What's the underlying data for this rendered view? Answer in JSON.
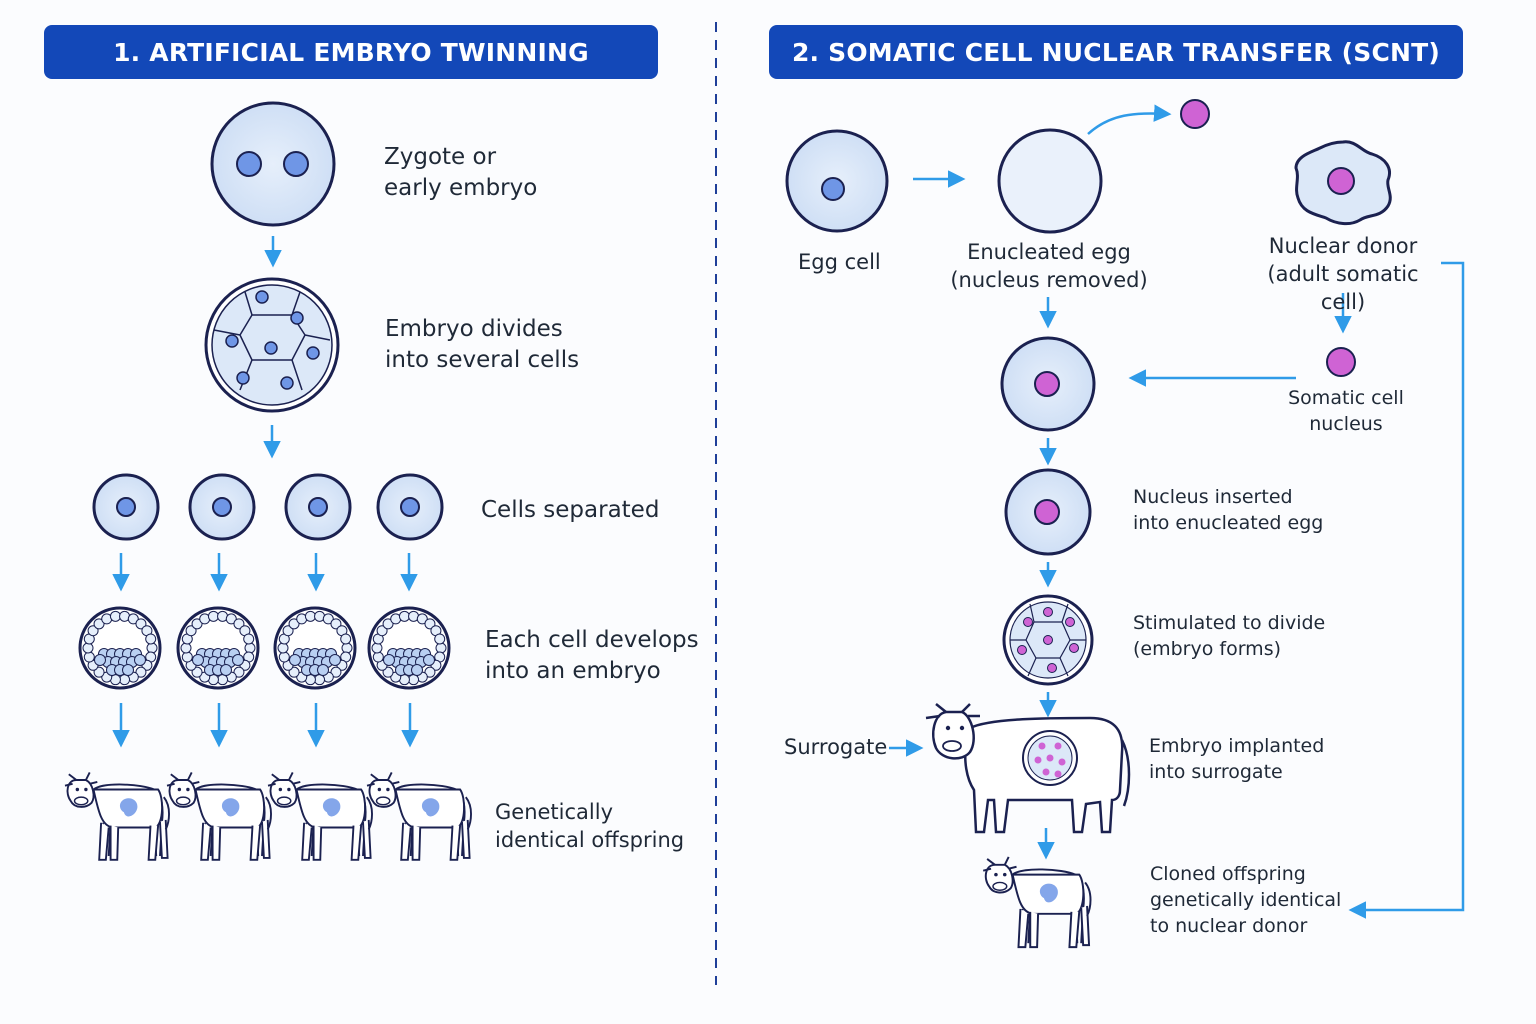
{
  "colors": {
    "header_bg": "#1348b8",
    "arrow": "#2f9be8",
    "outline": "#1b2150",
    "cell_fill": "#dce8f8",
    "nucleus_blue": "#6f96e6",
    "nucleus_magenta": "#cf63d4",
    "divider": "#1f3f99"
  },
  "left_panel": {
    "title": "1.  ARTIFICIAL EMBRYO TWINNING",
    "steps": {
      "zygote": "Zygote or\nearly embryo",
      "divides": "Embryo divides\ninto several cells",
      "separated": "Cells separated",
      "develops": "Each cell develops\ninto an embryo",
      "offspring": "Genetically\nidentical offspring"
    }
  },
  "right_panel": {
    "title": "2. SOMATIC CELL NUCLEAR TRANSFER (SCNT)",
    "labels": {
      "egg_cell": "Egg cell",
      "enucleated": "Enucleated egg\n(nucleus removed)",
      "donor": "Nuclear donor\n(adult somatic cell)",
      "somatic_nucleus": "Somatic cell\nnucleus",
      "inserted": "Nucleus inserted\ninto enucleated egg",
      "stimulated": "Stimulated to divide\n(embryo forms)",
      "surrogate": "Surrogate",
      "implanted": "Embryo implanted\ninto surrogate",
      "cloned": "Cloned offspring\ngenetically identical\nto nuclear donor"
    }
  }
}
